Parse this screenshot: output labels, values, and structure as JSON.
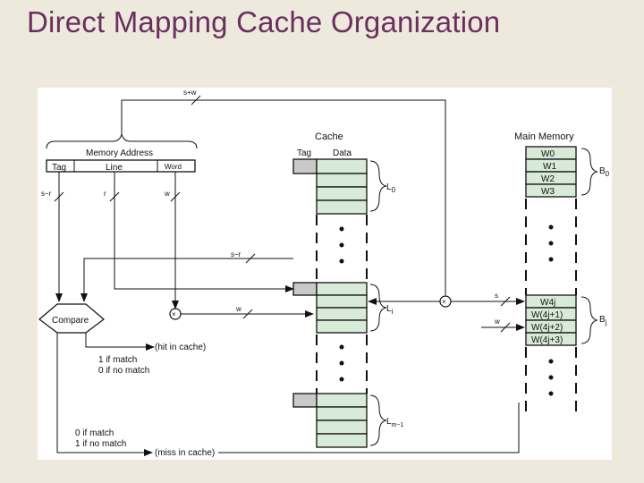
{
  "title": "Direct Mapping Cache Organization",
  "diagram": {
    "memory_address": {
      "label": "Memory Address",
      "fields": {
        "tag": "Tag",
        "line": "Line",
        "word": "Word"
      }
    },
    "widths": {
      "s_plus_w": "s+w",
      "s_minus_r_left": "s−r",
      "r": "r",
      "w_top": "w",
      "s_minus_r_mid": "s−r",
      "w_mid": "w",
      "s_right": "s",
      "w_right": "w"
    },
    "cache": {
      "label": "Cache",
      "tag_header": "Tag",
      "data_header": "Data",
      "line_labels": {
        "l0": "L",
        "l0_sub": "0",
        "li": "L",
        "li_sub": "i",
        "lm": "L",
        "lm_sub": "m−1"
      }
    },
    "main_memory": {
      "label": "Main Memory",
      "block0_words": [
        "W0",
        "W1",
        "W2",
        "W3"
      ],
      "blockj_words": [
        "W4j",
        "W(4j+1)",
        "W(4j+2)",
        "W(4j+3)"
      ],
      "block0_label": "B",
      "block0_sub": "0",
      "blockj_label": "B",
      "blockj_sub": "j"
    },
    "compare": {
      "label": "Compare",
      "hit_label": "(hit in cache)",
      "hit_lines": [
        "1 if match",
        "0 if no match"
      ],
      "miss_label": "(miss in cache)",
      "miss_lines": [
        "0 if match",
        "1 if no match"
      ]
    },
    "multiplexer_symbol": "×"
  }
}
